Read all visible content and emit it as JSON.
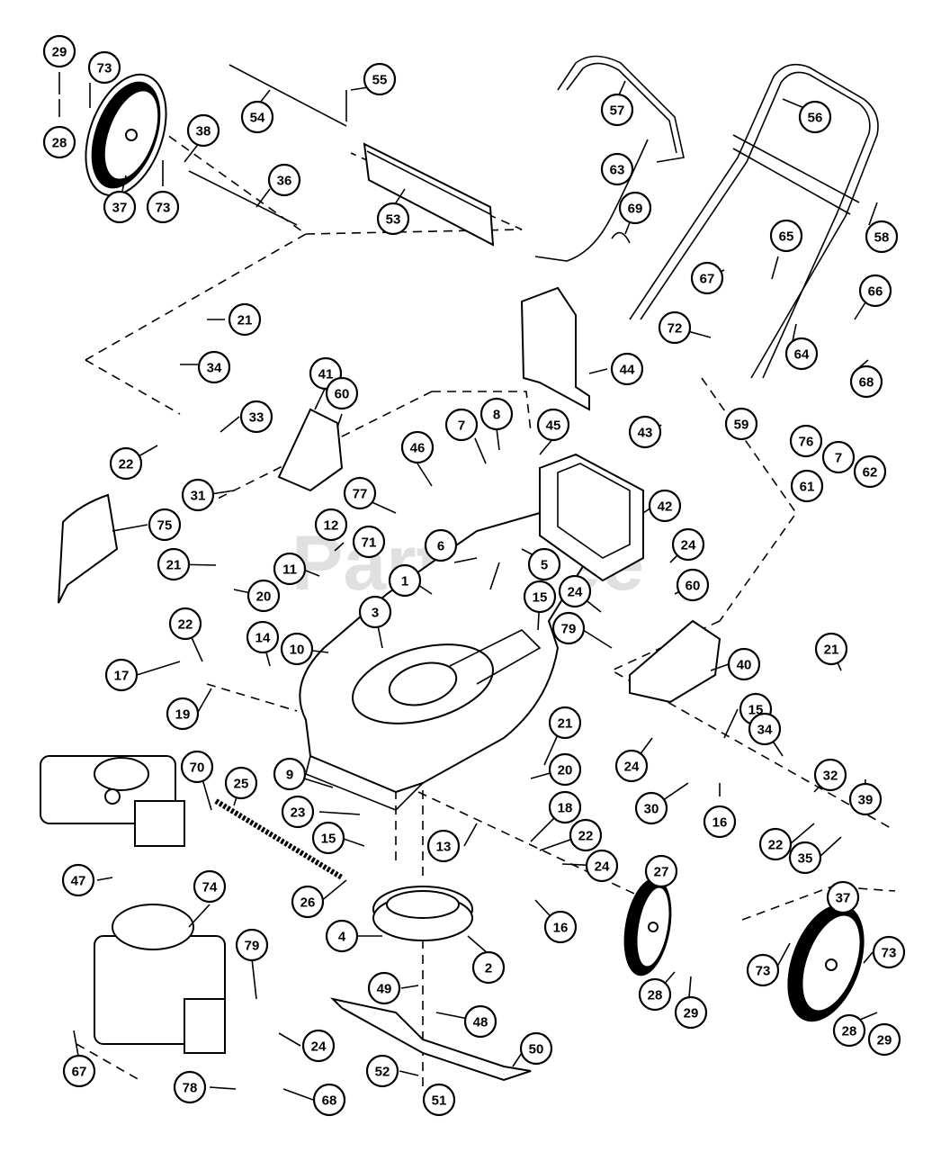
{
  "watermark": "PartsTree",
  "callouts": [
    "1",
    "2",
    "3",
    "4",
    "5",
    "6",
    "7",
    "8",
    "9",
    "10",
    "11",
    "12",
    "13",
    "14",
    "15",
    "16",
    "17",
    "18",
    "19",
    "20",
    "21",
    "22",
    "23",
    "24",
    "25",
    "26",
    "27",
    "28",
    "29",
    "30",
    "31",
    "32",
    "33",
    "34",
    "35",
    "36",
    "37",
    "38",
    "39",
    "40",
    "41",
    "42",
    "43",
    "44",
    "45",
    "46",
    "47",
    "48",
    "49",
    "50",
    "51",
    "52",
    "53",
    "54",
    "55",
    "56",
    "57",
    "58",
    "59",
    "60",
    "61",
    "62",
    "63",
    "64",
    "65",
    "66",
    "67",
    "68",
    "69",
    "70",
    "71",
    "72",
    "73",
    "74",
    "75",
    "76",
    "77",
    "78",
    "79"
  ]
}
